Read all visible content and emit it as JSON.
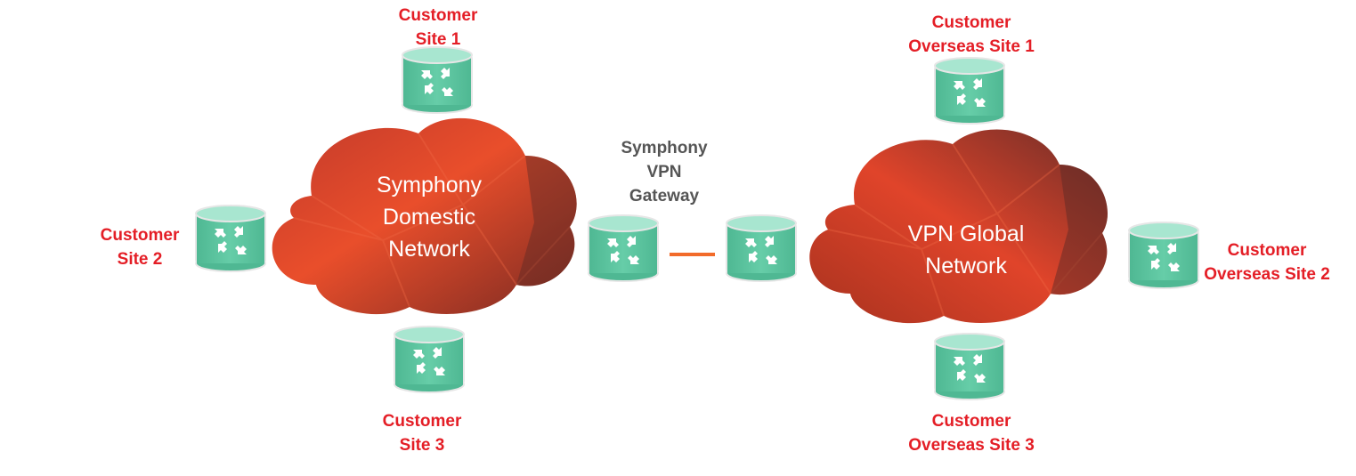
{
  "colors": {
    "site_label": "#e41e26",
    "gateway_label": "#555555",
    "router_body": "#5cc6a0",
    "router_top": "#a8e6d0",
    "cloud_primary": "#e0442a",
    "cloud_dark": "#7a2a22",
    "link_line": "#f26b2a"
  },
  "clouds": {
    "domestic": {
      "line1": "Symphony",
      "line2": "Domestic",
      "line3": "Network"
    },
    "global": {
      "line1": "VPN Global",
      "line2": "Network"
    }
  },
  "gateway": {
    "line1": "Symphony",
    "line2": "VPN",
    "line3": "Gateway"
  },
  "sites": {
    "site1": {
      "line1": "Customer",
      "line2": "Site 1"
    },
    "site2": {
      "line1": "Customer",
      "line2": "Site 2"
    },
    "site3": {
      "line1": "Customer",
      "line2": "Site 3"
    },
    "overseas1": {
      "line1": "Customer",
      "line2": "Overseas Site 1"
    },
    "overseas2": {
      "line1": "Customer",
      "line2": "Overseas Site 2"
    },
    "overseas3": {
      "line1": "Customer",
      "line2": "Overseas Site 3"
    }
  },
  "router_icon": "router-icon",
  "cloud_icon": "cloud-icon"
}
